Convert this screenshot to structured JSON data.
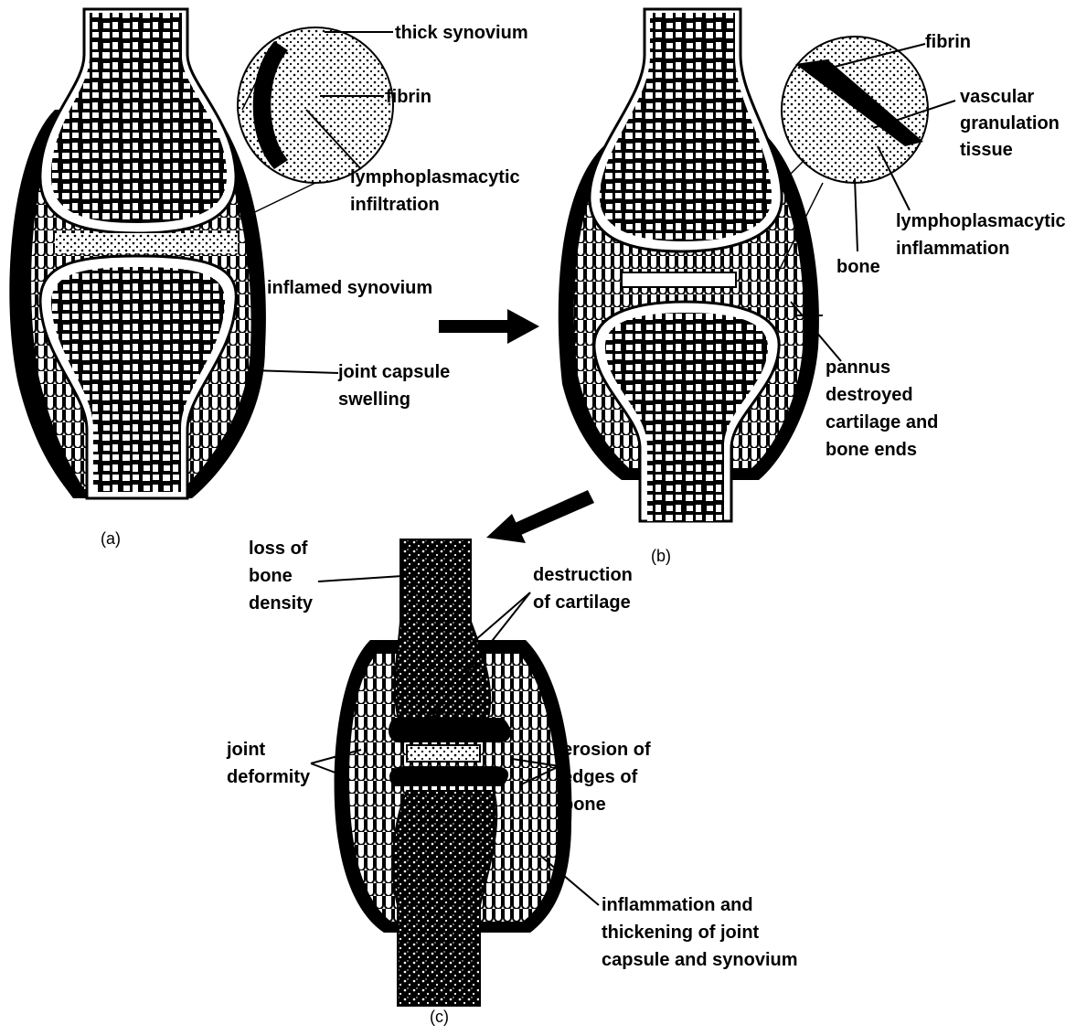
{
  "colors": {
    "ink": "#000000",
    "paper": "#ffffff",
    "arrow": "#000000"
  },
  "panel_a": {
    "caption": "(a)",
    "labels": {
      "thick_synovium": "thick synovium",
      "fibrin": "fibrin",
      "lympho_line1": "lymphoplasmacytic",
      "lympho_line2": "infiltration",
      "inflamed_synovium": "inflamed synovium",
      "capsule_line1": "joint capsule",
      "capsule_line2": "swelling"
    }
  },
  "panel_b": {
    "caption": "(b)",
    "labels": {
      "fibrin": "fibrin",
      "vascular_line1": "vascular",
      "vascular_line2": "granulation",
      "vascular_line3": "tissue",
      "bone": "bone",
      "lympho_line1": "lymphoplasmacytic",
      "lympho_line2": "inflammation",
      "pannus_line1": "pannus",
      "pannus_line2": "destroyed",
      "pannus_line3": "cartilage and",
      "pannus_line4": "bone ends"
    }
  },
  "panel_c": {
    "caption": "(c)",
    "labels": {
      "loss_line1": "loss of",
      "loss_line2": "bone",
      "loss_line3": "density",
      "destruction_line1": "destruction",
      "destruction_line2": "of cartilage",
      "deformity_line1": "joint",
      "deformity_line2": "deformity",
      "erosion_line1": "erosion of",
      "erosion_line2": "edges of",
      "erosion_line3": "bone",
      "thickening_line1": "inflammation and",
      "thickening_line2": "thickening of joint",
      "thickening_line3": "capsule and synovium"
    }
  }
}
